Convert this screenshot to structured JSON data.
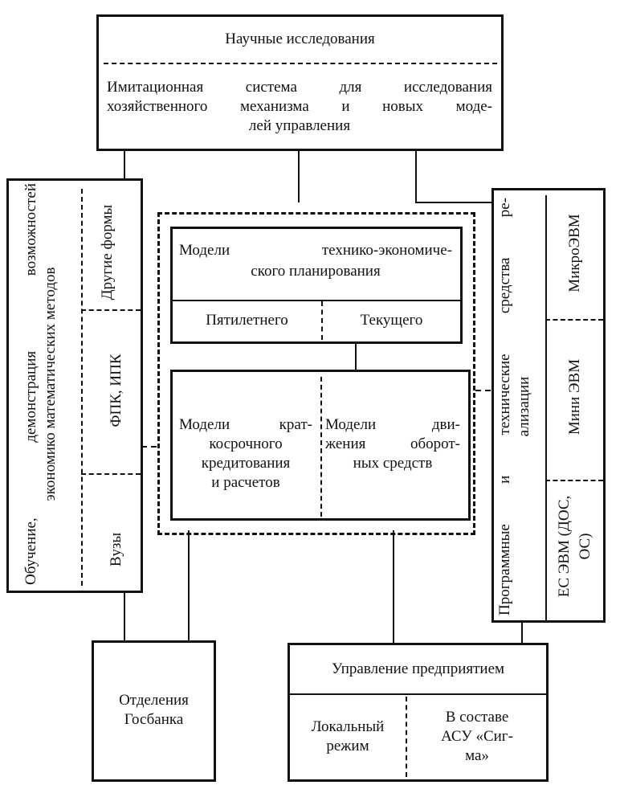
{
  "top": {
    "title": "Научные исследования",
    "description_lines": [
      "Имитационная система для исследования",
      "хозяйственного механизма и новых моде-",
      "лей управления"
    ]
  },
  "left": {
    "main_lines": [
      "Обучение, демонстрация возможностей",
      "экономико математических методов"
    ],
    "sections": [
      "Другие формы",
      "ФПК, ИПК",
      "Вузы"
    ]
  },
  "center": {
    "planning": {
      "title_lines": [
        "Модели технико-экономиче-",
        "ского планирования"
      ],
      "left": "Пятилетнего",
      "right": "Текущего"
    },
    "credit_lines": [
      "Модели крат-",
      "косрочного",
      "кредитования",
      "и расчетов"
    ],
    "circulation_lines": [
      "Модели дви-",
      "жения оборот-",
      "ных средств"
    ]
  },
  "right": {
    "main_lines": [
      "Программные и технические средства ре-",
      "ализации"
    ],
    "sections": [
      "МикроЭВМ",
      "Мини ЭВМ",
      "ЕС ЭВМ (ДОС, ОС)"
    ]
  },
  "bottom_left": {
    "lines": [
      "Отделения",
      "Госбанка"
    ]
  },
  "bottom_right": {
    "title": "Управление предприятием",
    "left_lines": [
      "Локальный",
      "режим"
    ],
    "right_lines": [
      "В составе",
      "АСУ «Сиг-",
      "ма»"
    ]
  }
}
